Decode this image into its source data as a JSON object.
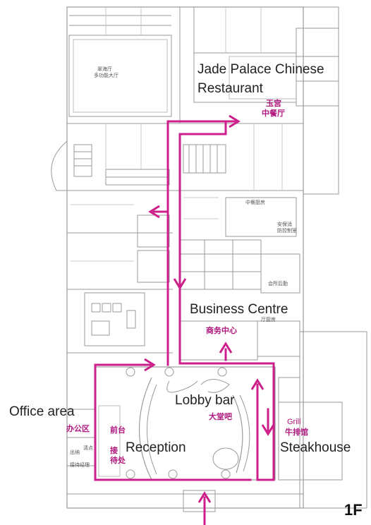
{
  "floor": "1F",
  "colors": {
    "route": "#cc1f8a",
    "walls": "#9a9a9a",
    "label_zh": "#b0177e"
  },
  "areas": {
    "jade_palace": {
      "en_line1": "Jade Palace Chinese",
      "en_line2": "Restaurant",
      "zh_line1": "玉宫",
      "zh_line2": "中餐厅"
    },
    "business_centre": {
      "en": "Business Centre",
      "zh": "商务中心"
    },
    "lobby_bar": {
      "en": "Lobby bar",
      "zh": "大堂吧"
    },
    "office_area": {
      "en": "Office area",
      "zh": "办公区"
    },
    "reception": {
      "en": "Reception",
      "zh_line1": "前台",
      "zh_line2": "接",
      "zh_line3": "待处"
    },
    "steakhouse": {
      "en": "Steakhouse",
      "en_grill": "Grill",
      "zh": "牛排馆"
    }
  },
  "plan_labels": {
    "banquet_hall_line1": "翠海厅",
    "banquet_hall_line2": "多功能大厅",
    "chinese_kitchen": "中餐厨房",
    "security": "安保消",
    "security2": "防控制室",
    "back_office": "会所后勤",
    "kitchen": "厅厨房",
    "cleaning": "清点",
    "manager": "接待经理",
    "exit": "出纳"
  }
}
